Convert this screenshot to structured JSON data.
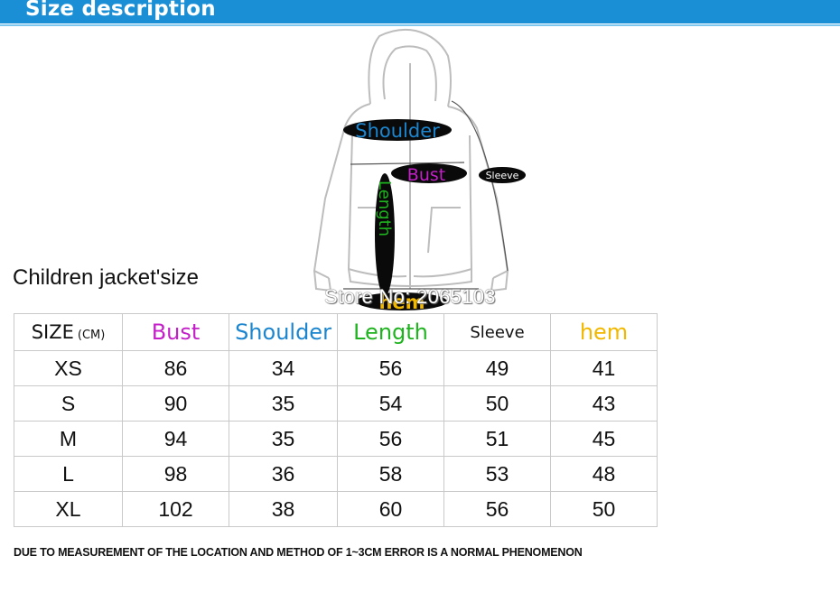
{
  "header": {
    "title": "Size description"
  },
  "diagram": {
    "labels": {
      "shoulder": "Shoulder",
      "bust": "Bust",
      "sleeve": "Sleeve",
      "length": "Length",
      "hem": "hem"
    },
    "colors": {
      "shoulder": "#1b86cf",
      "bust": "#c41fc9",
      "sleeve": "#ffffff",
      "length": "#1fb31f",
      "hem": "#f2b800"
    }
  },
  "caption": "Children jacket'size",
  "watermark": "Store No: 2065103",
  "table": {
    "headers": {
      "size": "SIZE",
      "unit": "(CM)",
      "bust": "Bust",
      "shoulder": "Shoulder",
      "length": "Length",
      "sleeve": "Sleeve",
      "hem": "hem"
    },
    "rows": [
      [
        "XS",
        "86",
        "34",
        "56",
        "49",
        "41"
      ],
      [
        "S",
        "90",
        "35",
        "54",
        "50",
        "43"
      ],
      [
        "M",
        "94",
        "35",
        "56",
        "51",
        "45"
      ],
      [
        "L",
        "98",
        "36",
        "58",
        "53",
        "48"
      ],
      [
        "XL",
        "102",
        "38",
        "60",
        "56",
        "50"
      ]
    ]
  },
  "footnote": "DUE TO MEASUREMENT OF THE LOCATION AND METHOD OF 1~3CM ERROR IS A NORMAL PHENOMENON"
}
